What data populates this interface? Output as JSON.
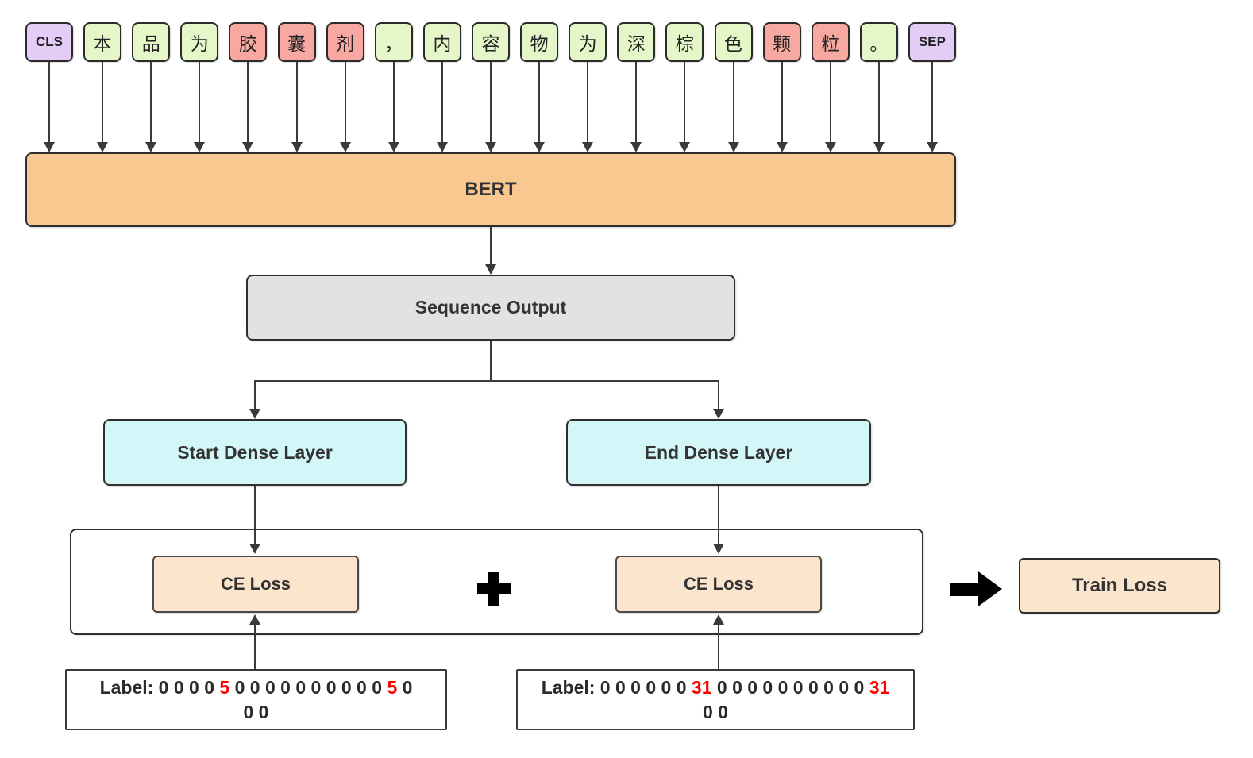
{
  "diagram": {
    "tokens": [
      {
        "text": "CLS",
        "type": "special"
      },
      {
        "text": "本",
        "type": "normal"
      },
      {
        "text": "品",
        "type": "normal"
      },
      {
        "text": "为",
        "type": "normal"
      },
      {
        "text": "胶",
        "type": "entity"
      },
      {
        "text": "囊",
        "type": "entity"
      },
      {
        "text": "剂",
        "type": "entity"
      },
      {
        "text": "，",
        "type": "normal"
      },
      {
        "text": "内",
        "type": "normal"
      },
      {
        "text": "容",
        "type": "normal"
      },
      {
        "text": "物",
        "type": "normal"
      },
      {
        "text": "为",
        "type": "normal"
      },
      {
        "text": "深",
        "type": "normal"
      },
      {
        "text": "棕",
        "type": "normal"
      },
      {
        "text": "色",
        "type": "normal"
      },
      {
        "text": "颗",
        "type": "entity"
      },
      {
        "text": "粒",
        "type": "entity"
      },
      {
        "text": "。",
        "type": "normal"
      },
      {
        "text": "SEP",
        "type": "special"
      }
    ],
    "bert_label": "BERT",
    "sequence_output_label": "Sequence Output",
    "start_dense_label": "Start Dense Layer",
    "end_dense_label": "End Dense Layer",
    "ce_loss_left_label": "CE Loss",
    "ce_loss_right_label": "CE Loss",
    "plus_symbol": "+",
    "train_loss_label": "Train Loss",
    "start_label_box": {
      "lines": [
        [
          {
            "t": "Label: 0 0 0 0 "
          },
          {
            "t": "5",
            "red": true
          },
          {
            "t": " 0 0 0 0 0 0 0 0 0 0 "
          },
          {
            "t": "5",
            "red": true
          },
          {
            "t": " 0"
          }
        ],
        [
          {
            "t": "0 0"
          }
        ]
      ]
    },
    "end_label_box": {
      "lines": [
        [
          {
            "t": "Label: 0 0 0 0 0 0 "
          },
          {
            "t": "31",
            "red": true
          },
          {
            "t": " 0 0 0 0 0 0 0 0 0 0 "
          },
          {
            "t": "31",
            "red": true
          }
        ],
        [
          {
            "t": "0 0"
          }
        ]
      ]
    },
    "colors": {
      "token_special_fill": "#e3cdf6",
      "token_normal_fill": "#e5f6c9",
      "token_entity_fill": "#f7a8a0",
      "bert_fill": "#f8c890",
      "sequence_output_fill": "#e2e2e2",
      "dense_fill": "#d3f7f8",
      "loss_fill": "#fbe5cc",
      "border": "#2f2f2f",
      "highlight_text": "#ff0000"
    }
  }
}
